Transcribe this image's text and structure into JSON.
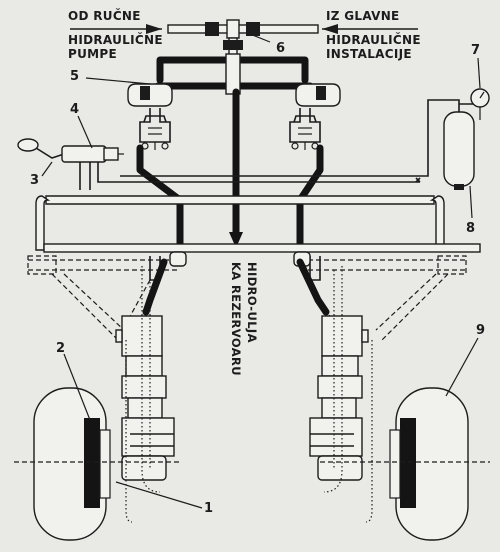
{
  "labels": {
    "from_manual_line1": "OD RUČNE",
    "from_manual_line2": "HIDRAULIČNE",
    "from_manual_line3": "PUMPE",
    "from_main_line1": "IZ GLAVNE",
    "from_main_line2": "HIDRAULIČNE",
    "from_main_line3": "INSTALACIJE",
    "to_reservoir_line1": "KA REZERVOARU",
    "to_reservoir_line2": "HIDRO-ULJA"
  },
  "callouts": {
    "c1": "1",
    "c2": "2",
    "c3": "3",
    "c4": "4",
    "c5": "5",
    "c6": "6",
    "c7": "7",
    "c8": "8",
    "c9": "9"
  }
}
